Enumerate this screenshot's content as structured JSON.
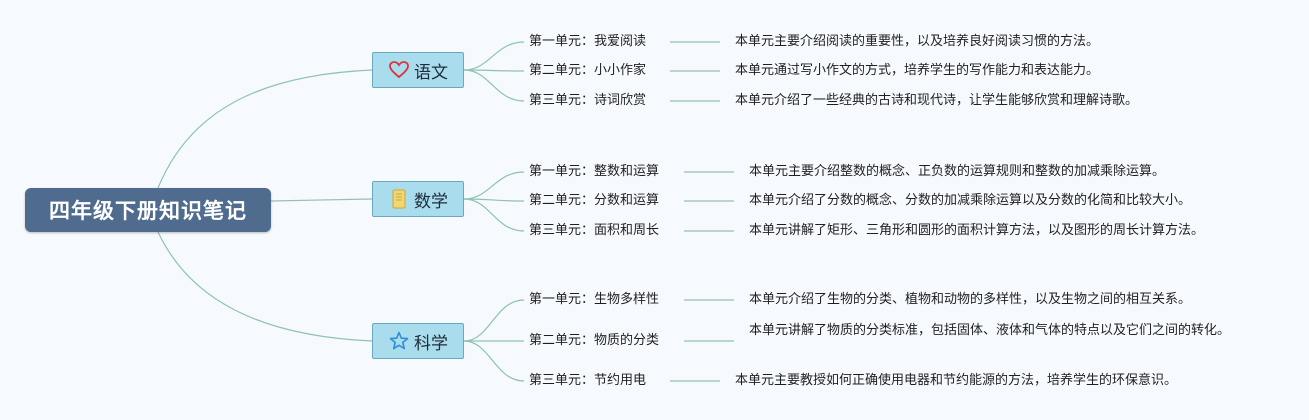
{
  "root": {
    "title": "四年级下册知识笔记"
  },
  "subjects": [
    {
      "name": "语文",
      "icon": "heart-icon",
      "units": [
        {
          "label": "第一单元：我爱阅读",
          "desc": "本单元主要介绍阅读的重要性，以及培养良好阅读习惯的方法。"
        },
        {
          "label": "第二单元：小小作家",
          "desc": "本单元通过写小作文的方式，培养学生的写作能力和表达能力。"
        },
        {
          "label": "第三单元：诗词欣赏",
          "desc": "本单元介绍了一些经典的古诗和现代诗，让学生能够欣赏和理解诗歌。"
        }
      ]
    },
    {
      "name": "数学",
      "icon": "notebook-icon",
      "units": [
        {
          "label": "第一单元：整数和运算",
          "desc": "本单元主要介绍整数的概念、正负数的运算规则和整数的加减乘除运算。"
        },
        {
          "label": "第二单元：分数和运算",
          "desc": "本单元介绍了分数的概念、分数的加减乘除运算以及分数的化简和比较大小。"
        },
        {
          "label": "第三单元：面积和周长",
          "desc": "本单元讲解了矩形、三角形和圆形的面积计算方法，以及图形的周长计算方法。"
        }
      ]
    },
    {
      "name": "科学",
      "icon": "star-icon",
      "units": [
        {
          "label": "第一单元：生物多样性",
          "desc": "本单元介绍了生物的分类、植物和动物的多样性，以及生物之间的相互关系。"
        },
        {
          "label": "第二单元：物质的分类",
          "desc": "本单元讲解了物质的分类标准，包括固体、液体和气体的特点以及它们之间的转化。"
        },
        {
          "label": "第三单元：节约用电",
          "desc": "本单元主要教授如何正确使用电器和节约能源的方法，培养学生的环保意识。"
        }
      ]
    }
  ]
}
